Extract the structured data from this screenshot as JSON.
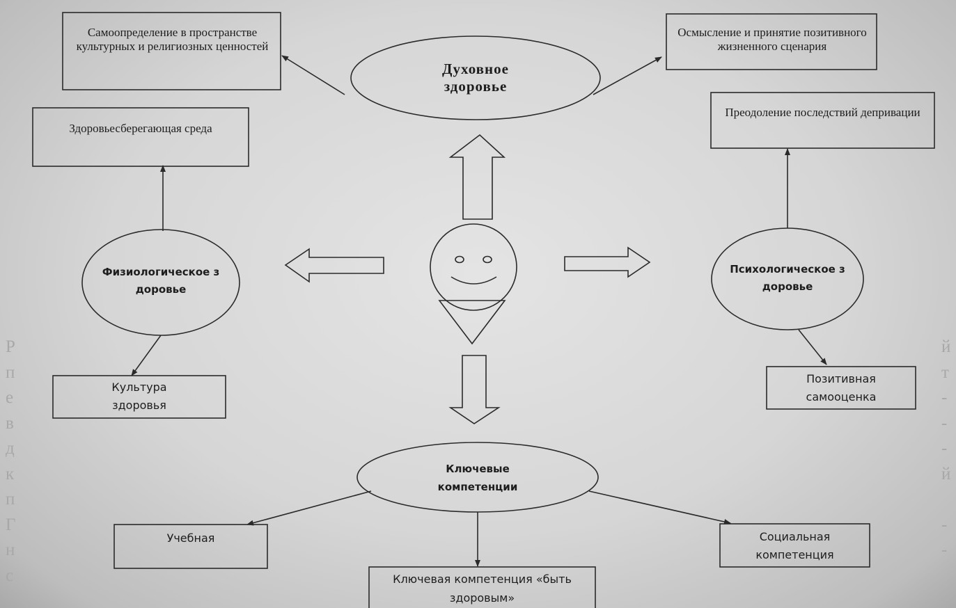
{
  "nodes": {
    "spiritual_health": "Духовное здоровье",
    "physiological_health": "Физиологическое здоровье",
    "psychological_health": "Психологическое здоровье",
    "key_competencies": "Ключевые компетенции"
  },
  "boxes": {
    "self_determination": "Самоопределение в пространстве культурных и религиозных ценностей",
    "positive_scenario": "Осмысление и принятие позитивного жизненного сценария",
    "health_environment": "Здоровьесберегающая среда",
    "deprivation": "Преодоление последствий депривации",
    "health_culture": "Культура здоровья",
    "positive_self_esteem": "Позитивная самооценка",
    "educational": "Учебная",
    "social_competence": "Социальная компетенция",
    "be_healthy": "Ключевая компетенция «быть здоровым»"
  },
  "background_text": {
    "left_letters": [
      "Р",
      "п",
      "е",
      "в",
      "д",
      "к",
      "п",
      "Г",
      "н",
      "с"
    ],
    "right_letters": [
      "й",
      "т",
      "-",
      "-",
      "-",
      "й",
      "",
      "-",
      "-",
      ""
    ]
  },
  "colors": {
    "line": "#2a2a2a",
    "text": "#1d1d1d"
  },
  "icons": [
    "smiley-icon",
    "triangle-icon",
    "arrow-up-icon",
    "arrow-down-icon",
    "arrow-left-icon",
    "arrow-right-icon"
  ]
}
